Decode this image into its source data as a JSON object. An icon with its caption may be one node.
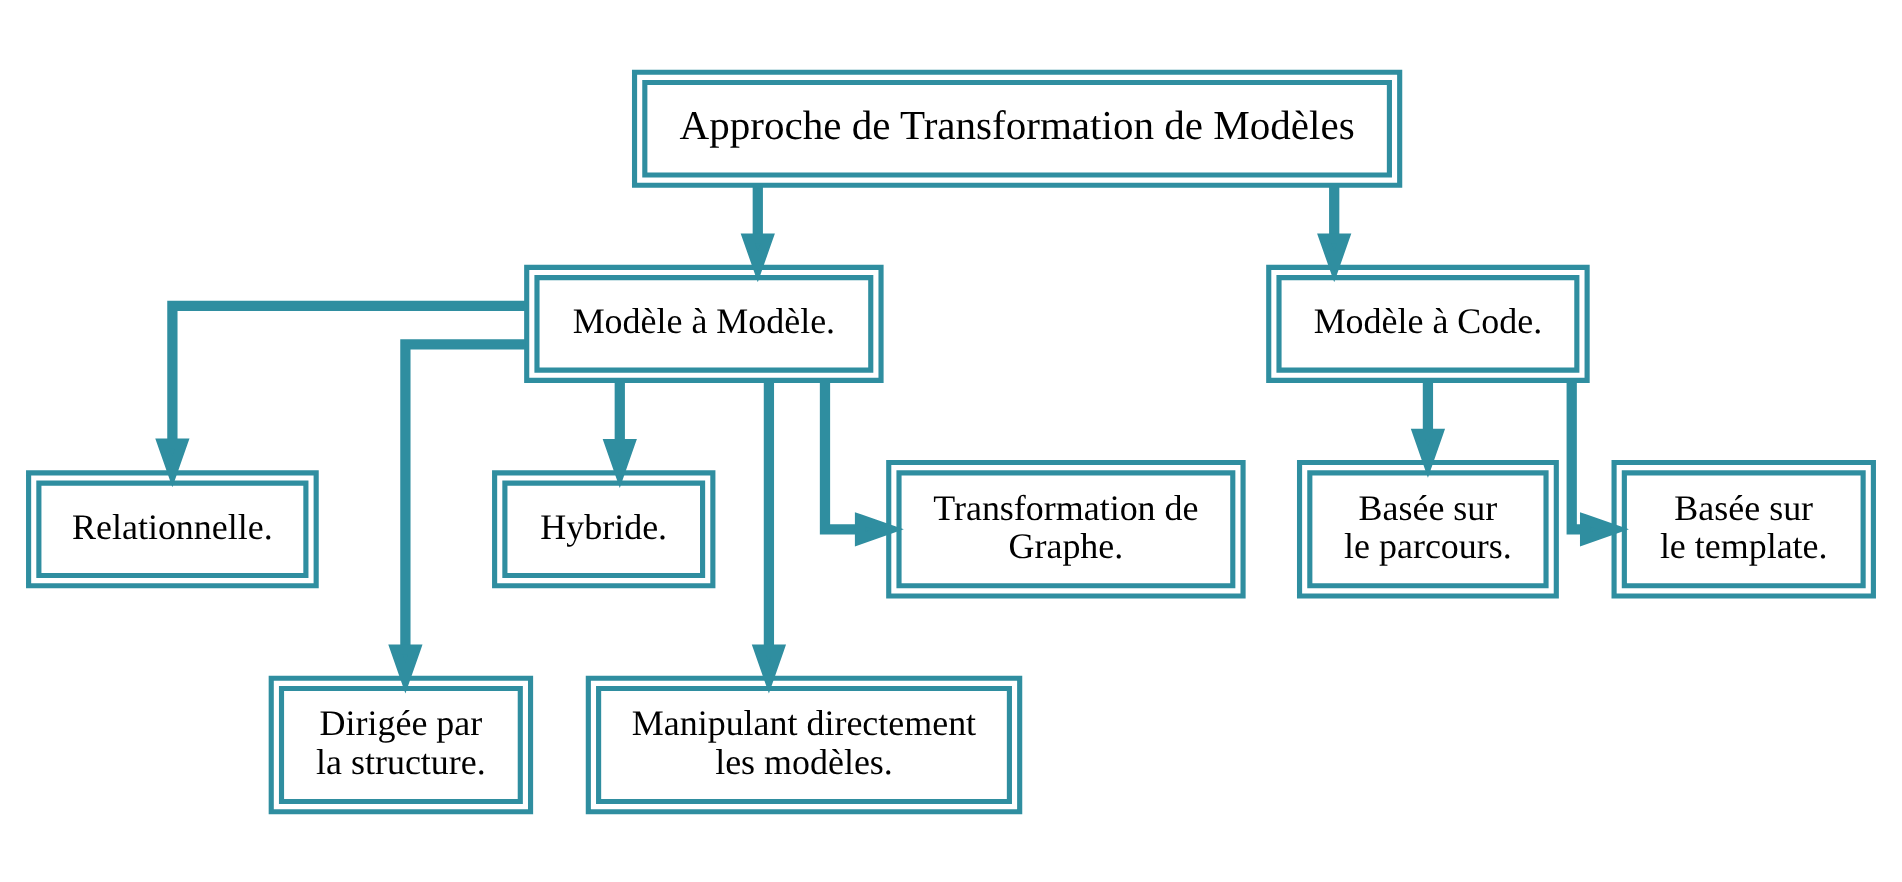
{
  "diagram": {
    "nodes": [
      {
        "text": [
          "Approche de Transformation de Modèles"
        ]
      },
      {
        "text": [
          "Modèle à Modèle."
        ]
      },
      {
        "text": [
          "Modèle à Code."
        ]
      },
      {
        "text": [
          "Relationnelle."
        ]
      },
      {
        "text": [
          "Dirigée par la structure."
        ]
      },
      {
        "text": [
          "Hybride."
        ]
      },
      {
        "text": [
          "Manipulant directement les modèles."
        ]
      },
      {
        "text": [
          "Transformation de Graphe."
        ]
      },
      {
        "text": [
          "Basée sur le parcours."
        ]
      },
      {
        "text": [
          "Basée sur le template."
        ]
      }
    ],
    "edges": [
      {
        "from": 0,
        "to": 1,
        "arrow": "to"
      },
      {
        "from": 0,
        "to": 2,
        "arrow": "to"
      },
      {
        "from": 1,
        "to": 3,
        "arrow": "to"
      },
      {
        "from": 1,
        "to": 4,
        "arrow": "to"
      },
      {
        "from": 1,
        "to": 5,
        "arrow": "to"
      },
      {
        "from": 1,
        "to": 6,
        "arrow": "to"
      },
      {
        "from": 1,
        "to": 7,
        "arrow": "to"
      },
      {
        "from": 2,
        "to": 8,
        "arrow": "to"
      },
      {
        "from": 2,
        "to": 9,
        "arrow": "to"
      }
    ]
  }
}
